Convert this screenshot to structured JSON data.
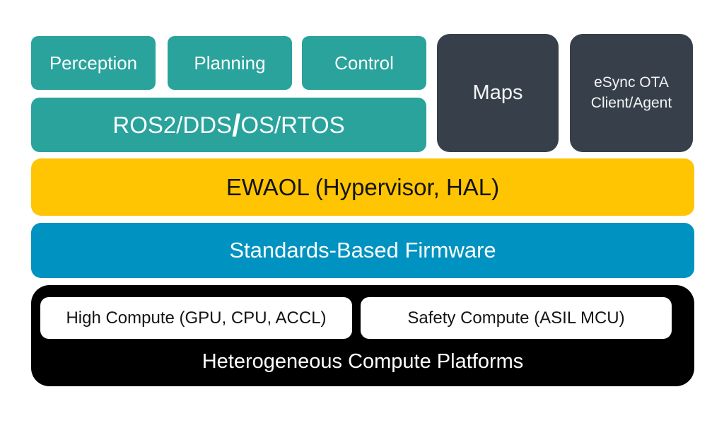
{
  "colors": {
    "teal": "#29a39c",
    "charcoal": "#37404a",
    "yellow": "#ffc502",
    "blue": "#0092c0",
    "platform_black": "#000000",
    "inner_box_white": "#ffffff",
    "light_text": "#ffffff",
    "dark_text": "#141414"
  },
  "stack": {
    "apps": {
      "perception": "Perception",
      "planning": "Planning",
      "control": "Control"
    },
    "middleware": {
      "left": "ROS2/DDS",
      "slash": "/",
      "right": "OS/RTOS"
    },
    "services": {
      "maps": "Maps",
      "esync_line1": "eSync OTA",
      "esync_line2": "Client/Agent"
    },
    "hypervisor": "EWAOL (Hypervisor, HAL)",
    "firmware": "Standards-Based Firmware",
    "platform": {
      "high_compute": "High Compute (GPU, CPU, ACCL)",
      "safety_compute": "Safety Compute (ASIL MCU)",
      "label": "Heterogeneous Compute Platforms"
    }
  }
}
